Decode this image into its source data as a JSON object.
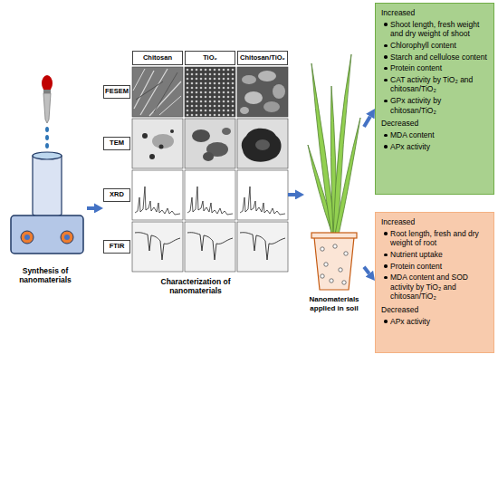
{
  "diagram": {
    "nodes": [
      {
        "text": [
          "Synthesis of nanomaterials"
        ]
      },
      {
        "text": [
          "Characterization of nanomaterials"
        ]
      },
      {
        "text": [
          "Chitosan"
        ],
        "in": 1
      },
      {
        "text": [
          "TiO₂"
        ],
        "in": 1
      },
      {
        "text": [
          "Chitosan/TiO₂"
        ],
        "in": 1
      },
      {
        "text": [
          "FESEM"
        ],
        "in": 1
      },
      {
        "text": [
          "TEM"
        ],
        "in": 1
      },
      {
        "text": [
          "XRD"
        ],
        "in": 1
      },
      {
        "text": [
          "FTIR"
        ],
        "in": 1
      },
      {
        "text": [
          "Nanomaterials applied in soil"
        ]
      },
      {
        "text": [
          "Increased",
          "Shoot length, fresh weight and dry weight of shoot",
          "Chlorophyll content",
          "Starch and cellulose content",
          "Protein content",
          "CAT activity by TiO₂ and chitosan/TiO₂",
          "GPx activity by chitosan/TiO₂",
          "Decreased",
          "MDA content",
          "APx activity"
        ]
      },
      {
        "text": [
          "Increased",
          "Root length, fresh and dry weight of root",
          "Nutrient uptake",
          "Protein content",
          "MDA content and SOD activity by TiO₂ and chitosan/TiO₂",
          "Decreased",
          "APx activity"
        ]
      }
    ],
    "edges": [
      {
        "from": 0,
        "to": 1,
        "arrow": "to"
      },
      {
        "from": 1,
        "to": 9,
        "arrow": "to"
      },
      {
        "from": 9,
        "to": 10,
        "arrow": "to"
      },
      {
        "from": 9,
        "to": 11,
        "arrow": "to"
      }
    ]
  }
}
